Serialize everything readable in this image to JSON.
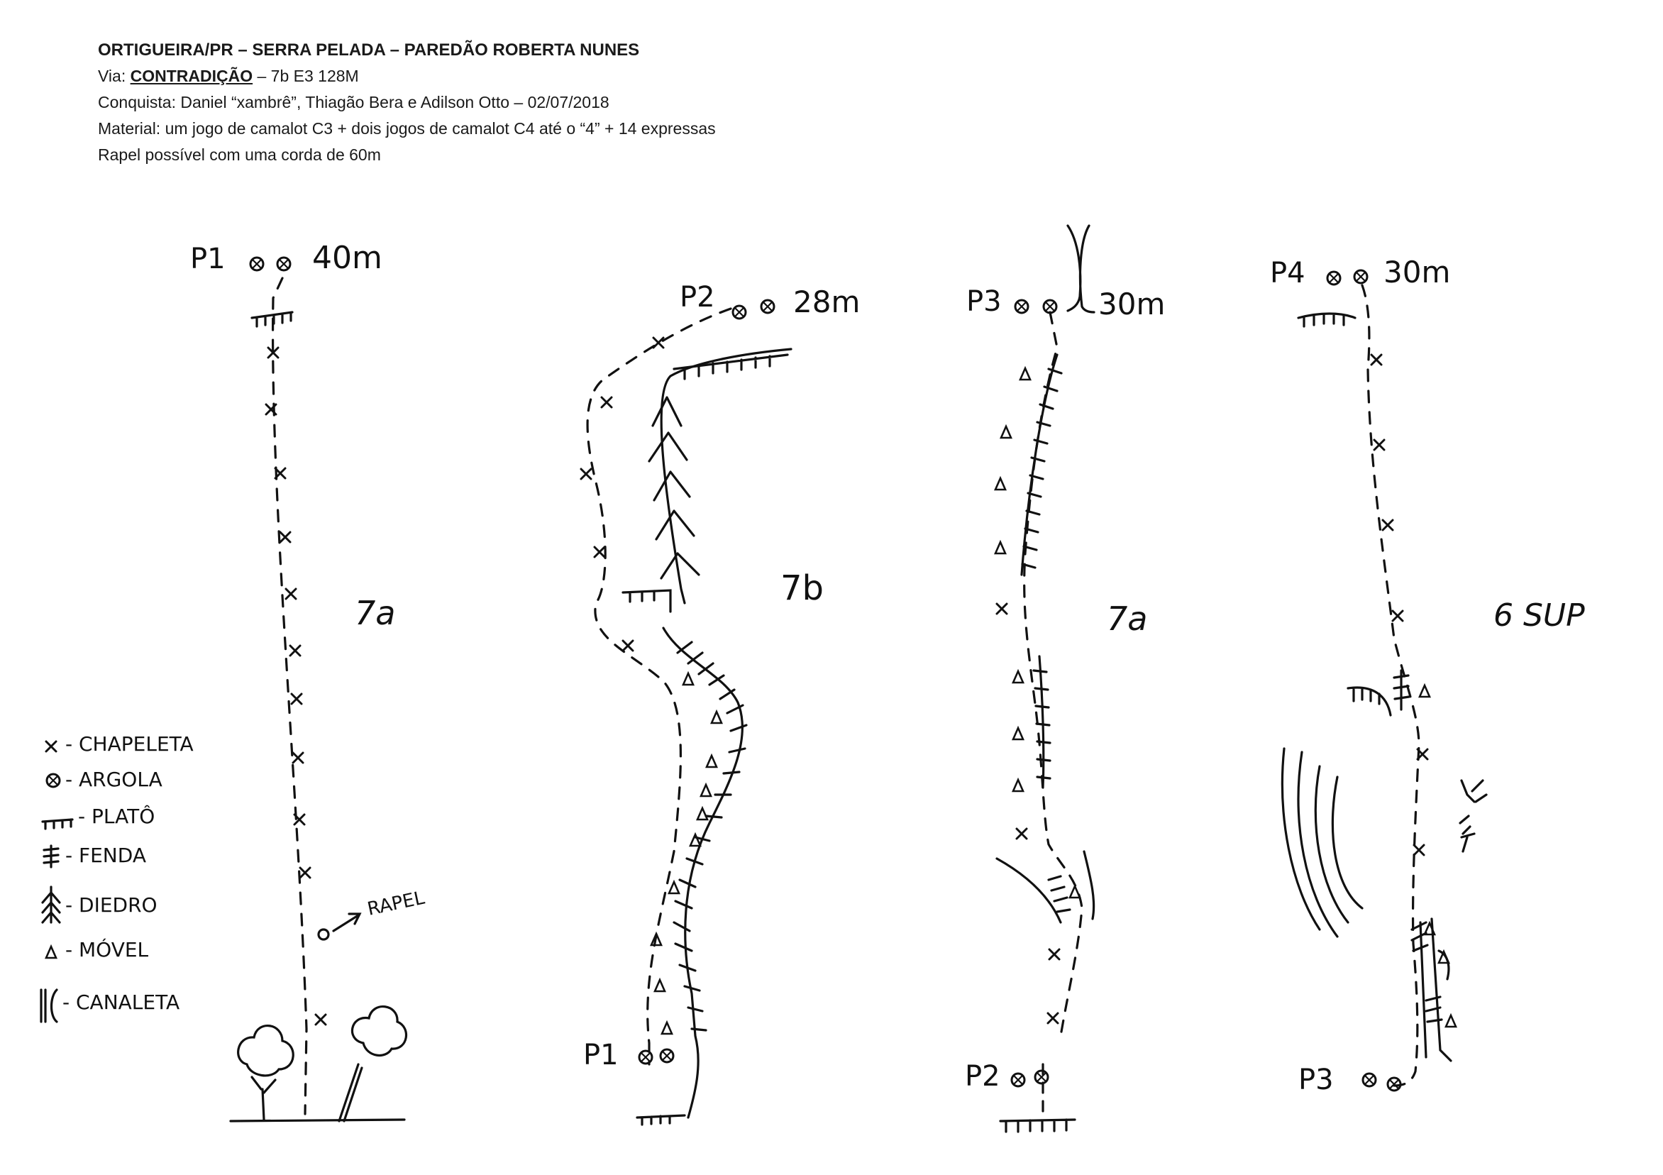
{
  "header": {
    "title": "ORTIGUEIRA/PR – SERRA PELADA – PAREDÃO ROBERTA NUNES",
    "via_label": "Via:",
    "via_name": "CONTRADIÇÃO",
    "via_grade": "– 7b E3 128M",
    "conquista": "Conquista: Daniel “xambrê”, Thiagão Bera e Adilson Otto – 02/07/2018",
    "material": "Material: um jogo de camalot C3 + dois jogos de camalot C4 até o “4” + 14 expressas",
    "rapel": "Rapel possível com uma corda de 60m"
  },
  "pitches": [
    {
      "belay_top": "P1",
      "length": "40m",
      "grade": "7a"
    },
    {
      "belay_top": "P2",
      "length": "28m",
      "grade": "7b",
      "belay_bottom": "P1"
    },
    {
      "belay_top": "P3",
      "length": "30m",
      "grade": "7a",
      "belay_bottom": "P2"
    },
    {
      "belay_top": "P4",
      "length": "30m",
      "grade": "6 SUP",
      "belay_bottom": "P3"
    }
  ],
  "rapel_label": "RAPEL",
  "legend": [
    {
      "symbol": "x",
      "label": "- CHAPELETA"
    },
    {
      "symbol": "argola-icon",
      "label": "- ARGOLA"
    },
    {
      "symbol": "plato-icon",
      "label": "- PLATÔ"
    },
    {
      "symbol": "fenda-icon",
      "label": "- FENDA"
    },
    {
      "symbol": "diedro-icon",
      "label": "- DIEDRO"
    },
    {
      "symbol": "movel-icon",
      "label": "- MÓVEL"
    },
    {
      "symbol": "canaleta-icon",
      "label": "- CANALETA"
    }
  ],
  "colors": {
    "ink": "#111111",
    "text": "#1a1a1a"
  }
}
